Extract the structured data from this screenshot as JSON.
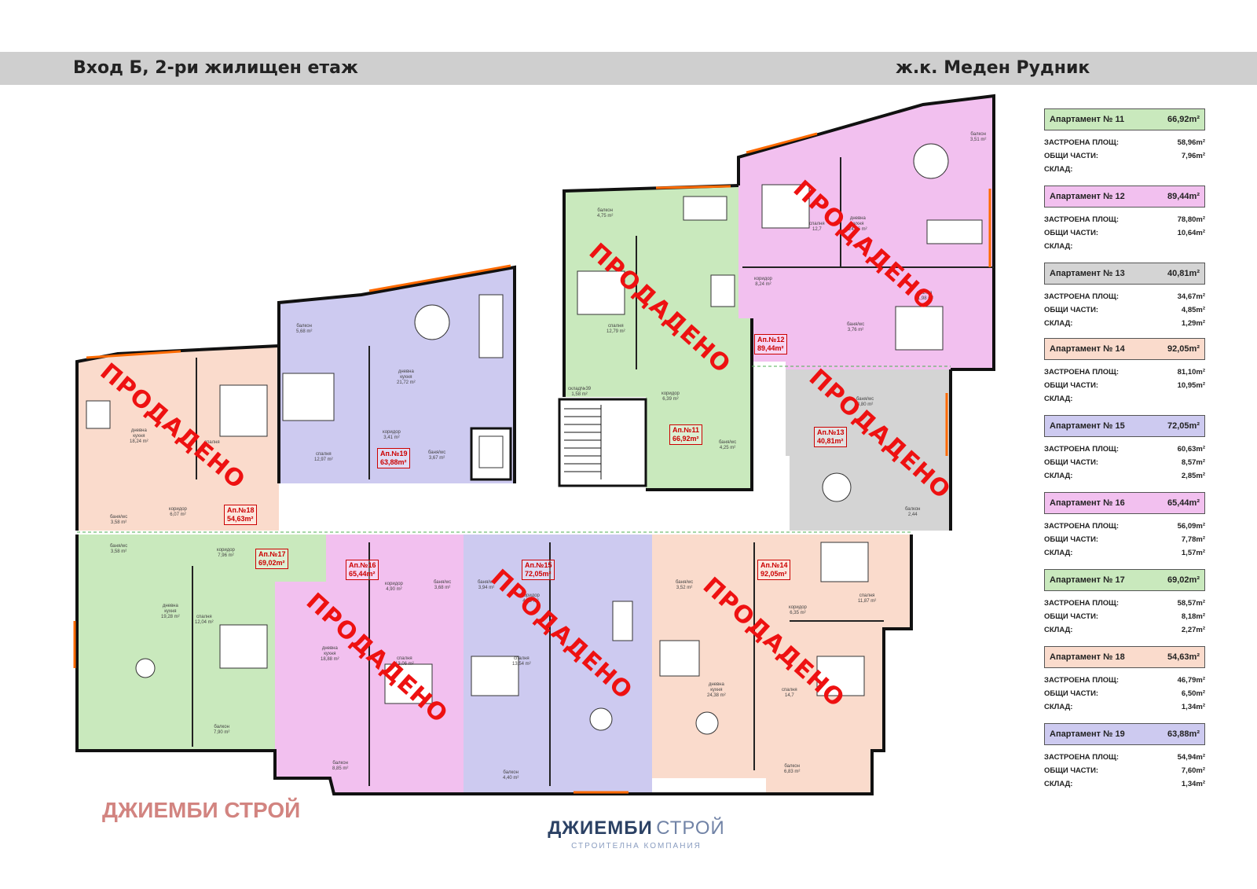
{
  "header": {
    "left_title": "Вход Б, 2-ри жилищен етаж",
    "right_title": "ж.к. Меден Рудник"
  },
  "colors": {
    "pink": "#f2c0ef",
    "green": "#c9e9bd",
    "salmon": "#fadbcc",
    "lavender": "#cdcaf0",
    "gray": "#d4d4d4",
    "door": "#ff6a00",
    "sold": "#ee1111"
  },
  "sold_stamp": "ПРОДАДЕНО",
  "units": [
    {
      "label": "Ап.№11\n66,92m²"
    },
    {
      "label": "Ап.№12\n89,44m²"
    },
    {
      "label": "Ап.№13\n40,81m²"
    },
    {
      "label": "Ап.№14\n92,05m²"
    },
    {
      "label": "Ап.№15\n72,05m²"
    },
    {
      "label": "Ап.№16\n65,44m²"
    },
    {
      "label": "Ап.№17\n69,02m²"
    },
    {
      "label": "Ап.№18\n54,63m²"
    },
    {
      "label": "Ап.№19\n63,88m²"
    }
  ],
  "rooms": [
    "балкон\n5,68 m²",
    "спалня\n12,97 m²",
    "дневна\nкухня\n21,72 m²",
    "коридор\n3,41 m²",
    "баня/wc\n3,67 m²",
    "балкон\n4,75 m²",
    "спалня\n12,79 m²",
    "склад№39\n1,58 m²",
    "коридор\n6,39 m²",
    "баня/wc\n4,25 m²",
    "балкон\n3,51 m²",
    "спалня\n12,7",
    "дневна\nкухня\n24,46 m²",
    "коридор\n8,24 m²",
    "спалня\n11,98 m²",
    "баня/wc\n3,76 m²",
    "баня/wc\n3,80 m²",
    "балкон\n2,44",
    "дневна\nкухня\n18,24 m²",
    "спалня",
    "коридор\n6,07 m²",
    "баня/wc\n3,58 m²",
    "баня/wc\n3,58 m²",
    "коридор\n7,96 m²",
    "дневна\nкухня\n19,28 m²",
    "спалня\n12,04 m²",
    "балкон\n7,90 m²",
    "коридор\n4,90 m²",
    "баня/wc\n3,68 m²",
    "дневна\nкухня\n18,88 m²",
    "спалня\n13,06 m²",
    "балкон\n8,85 m²",
    "баня/wc\n3,94 m²",
    "коридор\n4,19 m²",
    "спалня\n13,54 m²",
    "балкон\n4,40 m²",
    "баня/wc\n3,52 m²",
    "коридор\n6,35 m²",
    "спалня\n11,87 m²",
    "дневна\nкухня\n24,38 m²",
    "спалня\n14,7",
    "балкон\n6,83 m²"
  ],
  "legend": [
    {
      "title": "Апартамент № 11",
      "area": "66,92m²",
      "color": "#c9e9bd",
      "built_label": "ЗАСТРОЕНА ПЛОЩ:",
      "built": "58,96m²",
      "common_label": "ОБЩИ ЧАСТИ:",
      "common": "7,96m²",
      "storage_label": "СКЛАД:",
      "storage": ""
    },
    {
      "title": "Апартамент № 12",
      "area": "89,44m²",
      "color": "#f2c0ef",
      "built_label": "ЗАСТРОЕНА ПЛОЩ:",
      "built": "78,80m²",
      "common_label": "ОБЩИ ЧАСТИ:",
      "common": "10,64m²",
      "storage_label": "СКЛАД:",
      "storage": ""
    },
    {
      "title": "Апартамент № 13",
      "area": "40,81m²",
      "color": "#d4d4d4",
      "built_label": "ЗАСТРОЕНА ПЛОЩ:",
      "built": "34,67m²",
      "common_label": "ОБЩИ ЧАСТИ:",
      "common": "4,85m²",
      "storage_label": "СКЛАД:",
      "storage": "1,29m²"
    },
    {
      "title": "Апартамент № 14",
      "area": "92,05m²",
      "color": "#fadbcc",
      "built_label": "ЗАСТРОЕНА ПЛОЩ:",
      "built": "81,10m²",
      "common_label": "ОБЩИ ЧАСТИ:",
      "common": "10,95m²",
      "storage_label": "СКЛАД:",
      "storage": ""
    },
    {
      "title": "Апартамент № 15",
      "area": "72,05m²",
      "color": "#cdcaf0",
      "built_label": "ЗАСТРОЕНА ПЛОЩ:",
      "built": "60,63m²",
      "common_label": "ОБЩИ ЧАСТИ:",
      "common": "8,57m²",
      "storage_label": "СКЛАД:",
      "storage": "2,85m²"
    },
    {
      "title": "Апартамент № 16",
      "area": "65,44m²",
      "color": "#f2c0ef",
      "built_label": "ЗАСТРОЕНА ПЛОЩ:",
      "built": "56,09m²",
      "common_label": "ОБЩИ ЧАСТИ:",
      "common": "7,78m²",
      "storage_label": "СКЛАД:",
      "storage": "1,57m²"
    },
    {
      "title": "Апартамент № 17",
      "area": "69,02m²",
      "color": "#c9e9bd",
      "built_label": "ЗАСТРОЕНА ПЛОЩ:",
      "built": "58,57m²",
      "common_label": "ОБЩИ ЧАСТИ:",
      "common": "8,18m²",
      "storage_label": "СКЛАД:",
      "storage": "2,27m²"
    },
    {
      "title": "Апартамент № 18",
      "area": "54,63m²",
      "color": "#fadbcc",
      "built_label": "ЗАСТРОЕНА ПЛОЩ:",
      "built": "46,79m²",
      "common_label": "ОБЩИ ЧАСТИ:",
      "common": "6,50m²",
      "storage_label": "СКЛАД:",
      "storage": "1,34m²"
    },
    {
      "title": "Апартамент № 19",
      "area": "63,88m²",
      "color": "#cdcaf0",
      "built_label": "ЗАСТРОЕНА ПЛОЩ:",
      "built": "54,94m²",
      "common_label": "ОБЩИ ЧАСТИ:",
      "common": "7,60m²",
      "storage_label": "СКЛАД:",
      "storage": "1,34m²"
    }
  ],
  "watermark": "ДЖИЕМБИ СТРОЙ",
  "logo": {
    "name_bold": "ДЖИЕМБИ",
    "name_light": "СТРОЙ",
    "subtitle": "СТРОИТЕЛНА КОМПАНИЯ"
  }
}
